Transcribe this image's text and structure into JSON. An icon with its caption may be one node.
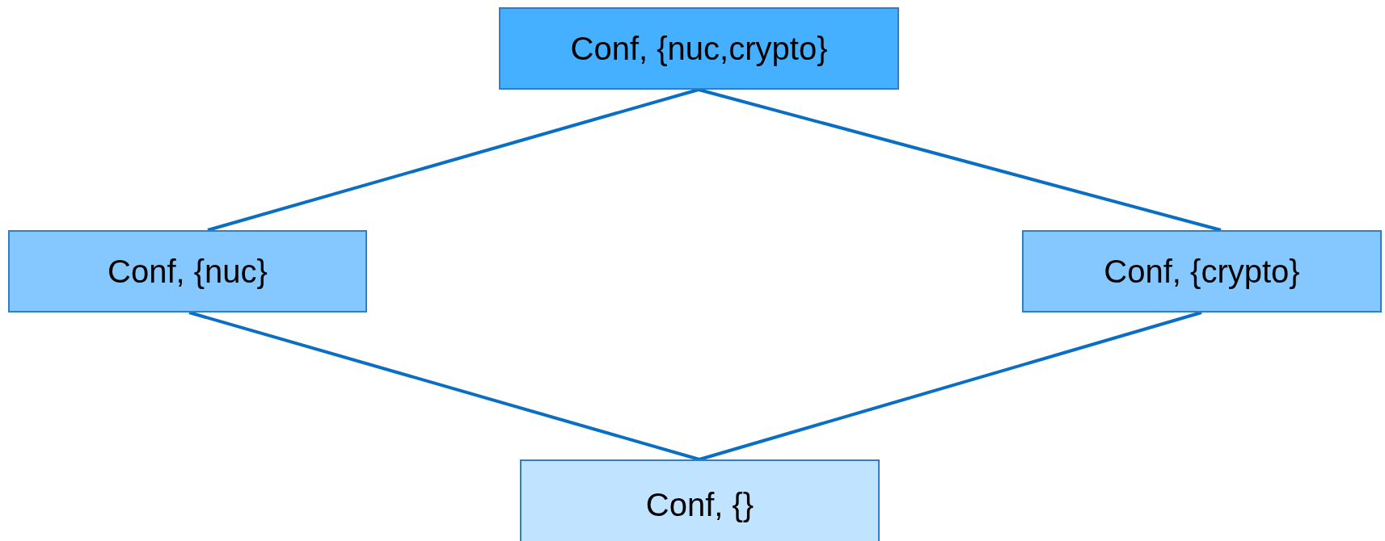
{
  "diagram": {
    "nodes": [
      {
        "text": [
          "Conf, {nuc,crypto}"
        ]
      },
      {
        "text": [
          "Conf, {nuc}"
        ]
      },
      {
        "text": [
          "Conf, {crypto}"
        ]
      },
      {
        "text": [
          "Conf, {}"
        ]
      }
    ],
    "edges": [
      {
        "from": 0,
        "to": 1,
        "arrow": "none"
      },
      {
        "from": 0,
        "to": 2,
        "arrow": "none"
      },
      {
        "from": 1,
        "to": 3,
        "arrow": "none"
      },
      {
        "from": 2,
        "to": 3,
        "arrow": "none"
      }
    ]
  }
}
